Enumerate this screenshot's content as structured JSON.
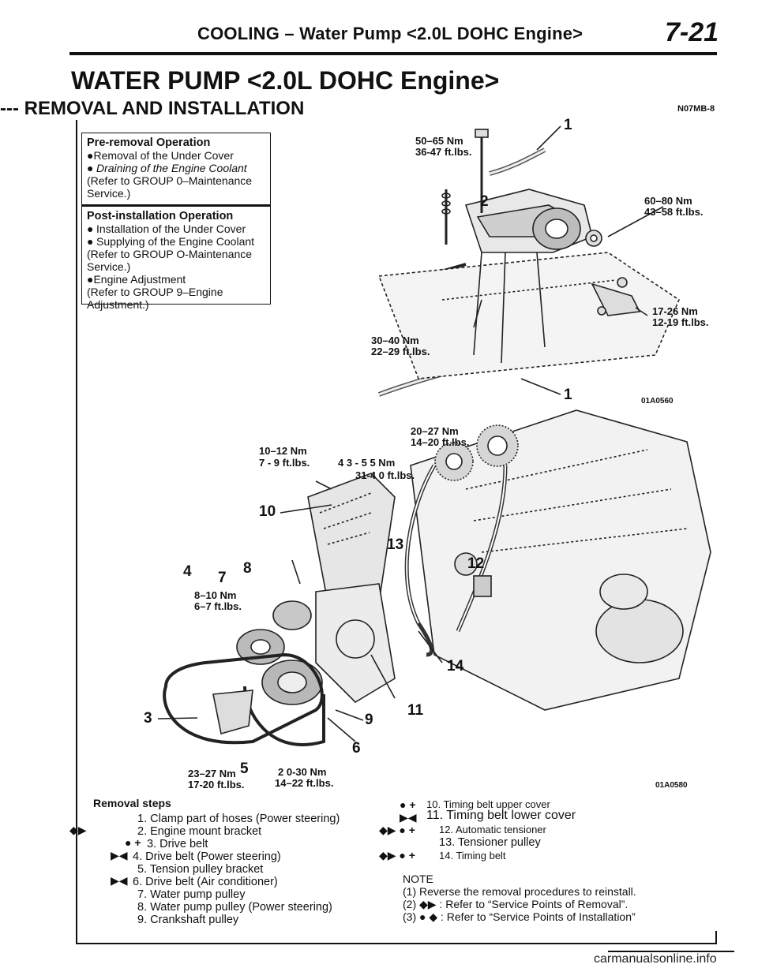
{
  "header": {
    "section_title": "COOLING – Water Pump <2.0L DOHC Engine>",
    "page_number": "7-21"
  },
  "title": {
    "main": "WATER PUMP <2.0L DOHC Engine>",
    "sub": "--- REMOVAL AND INSTALLATION",
    "code": "N07MB-8"
  },
  "pre_removal": {
    "title": "Pre-removal Operation",
    "items": [
      "●Removal of the Under Cover",
      "Draining of the Engine Coolant"
    ],
    "ref": "(Refer to GROUP 0–Maintenance Service.)"
  },
  "post_installation": {
    "title": "Post-installation Operation",
    "items": [
      "Installation of the Under Cover",
      "Supplying of the Engine Coolant"
    ],
    "ref1": "(Refer to GROUP O-Maintenance Service.)",
    "item3": "●Engine Adjustment",
    "ref2": "(Refer to GROUP 9–Engine Adjustment.)"
  },
  "upper_diagram": {
    "fig_code": "01A0560",
    "torques": [
      {
        "nm": "50–65 Nm",
        "ft": "36-47 ft.lbs."
      },
      {
        "nm": "60–80 Nm",
        "ft": "43–58 ft.lbs."
      },
      {
        "nm": "17-26 Nm",
        "ft": "12-19 ft.lbs."
      },
      {
        "nm": "30–40 Nm",
        "ft": "22–29 ft.lbs."
      }
    ],
    "callouts": [
      "1",
      "2",
      "1"
    ]
  },
  "lower_diagram": {
    "fig_code": "01A0580",
    "torques": [
      {
        "nm": "10–12 Nm",
        "ft": "7 - 9 ft.lbs."
      },
      {
        "nm": "4 3 - 5 5 Nm",
        "ft": "31-4 0 ft.lbs."
      },
      {
        "nm": "20–27 Nm",
        "ft": "14–20 ft.lbs."
      },
      {
        "nm": "8–10 Nm",
        "ft": "6–7 ft.lbs."
      },
      {
        "nm": "23–27 Nm",
        "ft": "17-20 ft.lbs."
      },
      {
        "nm": "2 0-30 Nm",
        "ft": "14–22 ft.lbs."
      }
    ],
    "callouts": [
      "10",
      "13",
      "12",
      "4",
      "7",
      "8",
      "14",
      "11",
      "9",
      "3",
      "5",
      "6"
    ]
  },
  "removal_steps": {
    "heading": "Removal steps",
    "left": [
      {
        "mark": "",
        "text": "1. Clamp part of hoses (Power steering)"
      },
      {
        "mark": "◆▶",
        "text": "2. Engine mount bracket"
      },
      {
        "mark": "● +",
        "text": "3. Drive belt"
      },
      {
        "mark": "▶◀",
        "text": "4. Drive belt (Power steering)"
      },
      {
        "mark": "",
        "text": "5. Tension pulley bracket"
      },
      {
        "mark": "▶◀",
        "text": "6. Drive belt (Air conditioner)"
      },
      {
        "mark": "",
        "text": "7. Water pump pulley"
      },
      {
        "mark": "",
        "text": "8. Water pump pulley (Power steering)"
      },
      {
        "mark": "",
        "text": "9. Crankshaft pulley"
      }
    ],
    "right": [
      {
        "mark": "● +",
        "text": "10. Timing belt upper cover"
      },
      {
        "mark": "▶◀",
        "text": "11. Timing belt lower cover"
      },
      {
        "mark": "◆▶ ● +",
        "text": "12. Automatic tensioner"
      },
      {
        "mark": "",
        "text": "13. Tensioner pulley"
      },
      {
        "mark": "◆▶ ● +",
        "text": "14. Timing belt"
      }
    ]
  },
  "notes": {
    "heading": "NOTE",
    "items": [
      "(1) Reverse the removal procedures to reinstall.",
      "(2) ◆▶ : Refer to “Service Points of Removal”.",
      "(3) ● ◆ : Refer to “Service Points of Installation”"
    ]
  },
  "footer": "carmanualsonline.info"
}
